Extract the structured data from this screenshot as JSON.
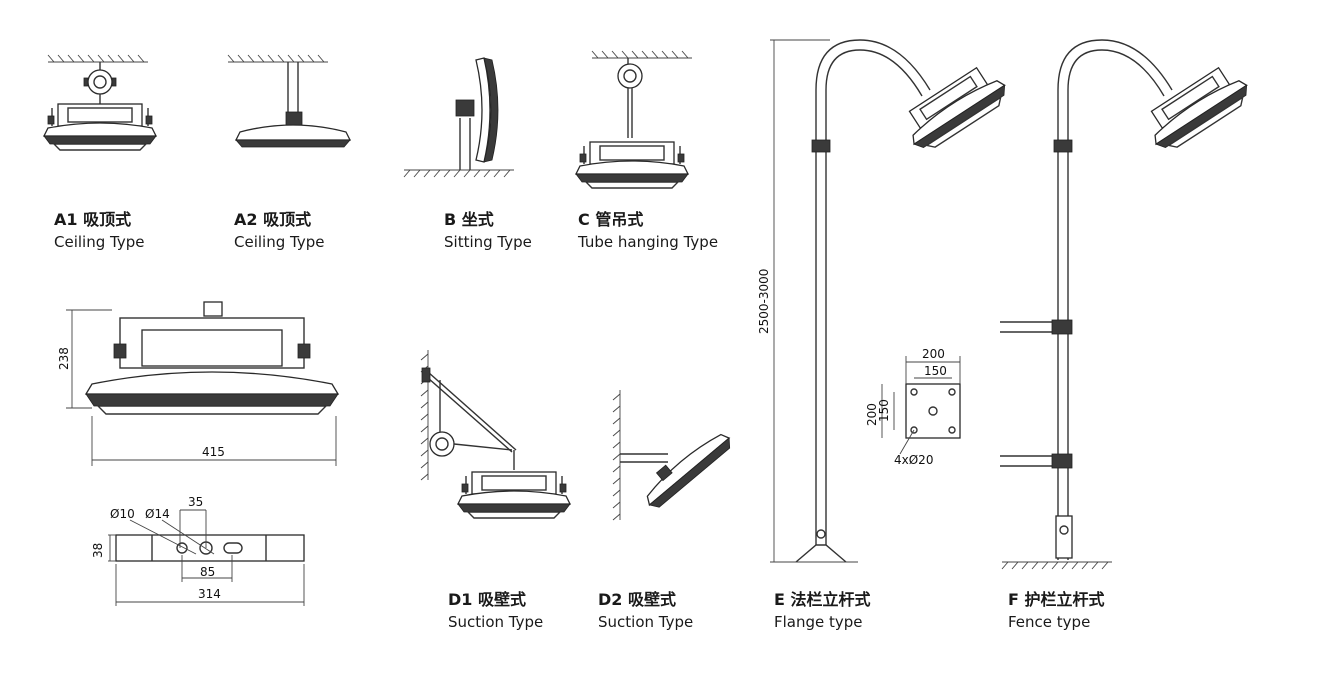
{
  "mounts": [
    {
      "code": "A1",
      "name_cn": "吸顶式",
      "name_en": "Ceiling  Type"
    },
    {
      "code": "A2",
      "name_cn": "吸顶式",
      "name_en": "Ceiling  Type"
    },
    {
      "code": "B",
      "name_cn": "坐式",
      "name_en": "Sitting  Type"
    },
    {
      "code": "C",
      "name_cn": "管吊式",
      "name_en": "Tube hanging Type"
    },
    {
      "code": "D1",
      "name_cn": "吸壁式",
      "name_en": "Suction Type"
    },
    {
      "code": "D2",
      "name_cn": "吸壁式",
      "name_en": "Suction Type"
    },
    {
      "code": "E",
      "name_cn": "法栏立杆式",
      "name_en": "Flange type"
    },
    {
      "code": "F",
      "name_cn": "护栏立杆式",
      "name_en": "Fence type"
    }
  ],
  "dimensions": {
    "fixture_height": "238",
    "fixture_width": "415",
    "bracket_dia_small": "Ø10",
    "bracket_dia_large": "Ø14",
    "bracket_hole_offset": "35",
    "bracket_height": "38",
    "bracket_hole_span": "85",
    "bracket_length": "314",
    "pole_height": "2500-3000",
    "flange_outer_w": "200",
    "flange_inner_w": "150",
    "flange_outer_h": "200",
    "flange_inner_h": "150",
    "flange_holes": "4xØ20"
  }
}
